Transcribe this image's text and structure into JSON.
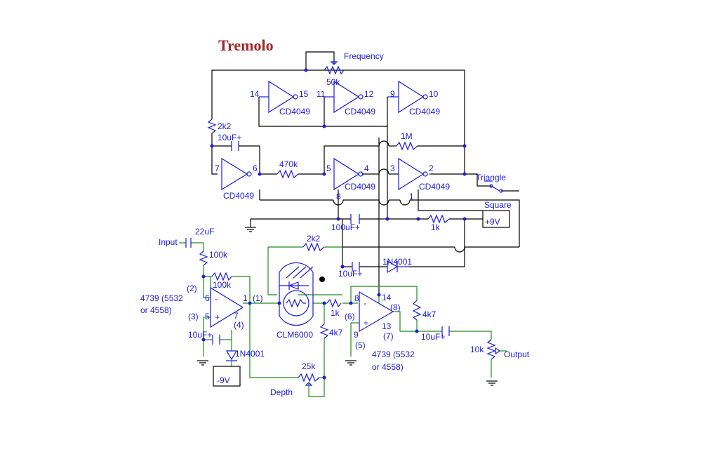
{
  "title": "Tremolo",
  "labels": {
    "frequency": "Frequency",
    "pot50k": "50k",
    "p14": "14",
    "p15": "15",
    "p11": "11",
    "p12": "12",
    "p9": "9",
    "p10": "10",
    "ic_top1": "CD4049",
    "ic_top2": "CD4049",
    "ic_top3": "CD4049",
    "r2k2_top": "2k2",
    "c10u_top": "10uF+",
    "r1m": "1M",
    "p7": "7",
    "p6": "6",
    "r470k": "470k",
    "p5": "5",
    "p4": "4",
    "p3": "3",
    "p2": "2",
    "ic_mid1": "CD4049",
    "ic_mid2": "CD4049",
    "ic_mid3": "CD4049",
    "p8": "8",
    "p1": "1",
    "triangle": "Triangle",
    "square": "Square",
    "plus9v": "+9V",
    "c100u": "100uF+",
    "r1k_a": "1k",
    "c22u": "22uF",
    "input": "Input",
    "r100k_a": "100k",
    "r2k2_mid": "2k2",
    "d1n4001_a": "1N4001",
    "c10u_mid": "10uF+",
    "r100k_b": "100k",
    "op1_p2": "(2)",
    "op1_p6": "6",
    "op1_p5": "5",
    "op1_p3": "(3)",
    "op1_p1": "1",
    "op1_p1b": "(1)",
    "op1_p7": "7",
    "op1_p4": "(4)",
    "op1_name": "4739 (5532",
    "op1_name2": "or 4558)",
    "c10u_low": "10uF+",
    "d1n4001_b": "1N4001",
    "minus9v": "-9V",
    "clm6000": "CLM6000",
    "r4k7_a": "4k7",
    "r1k_b": "1k",
    "op2_p8": "8",
    "op2_p6": "(6)",
    "op2_p14": "14",
    "op2_p8b": "(8)",
    "op2_p9": "9",
    "op2_p5": "(5)",
    "op2_p13": "13",
    "op2_p7": "(7)",
    "r4k7_b": "4k7",
    "c10u_out": "10uF+",
    "op2_name": "4739 (5532",
    "op2_name2": "or 4558)",
    "pot10k": "10k",
    "output": "Output",
    "pot25k": "25k",
    "depth": "Depth"
  },
  "colors": {
    "title": "#a0282a",
    "label": "#1a1adc",
    "wire_main": "#000000",
    "wire_audio": "#1c8c1c",
    "component": "#1a1adc"
  }
}
